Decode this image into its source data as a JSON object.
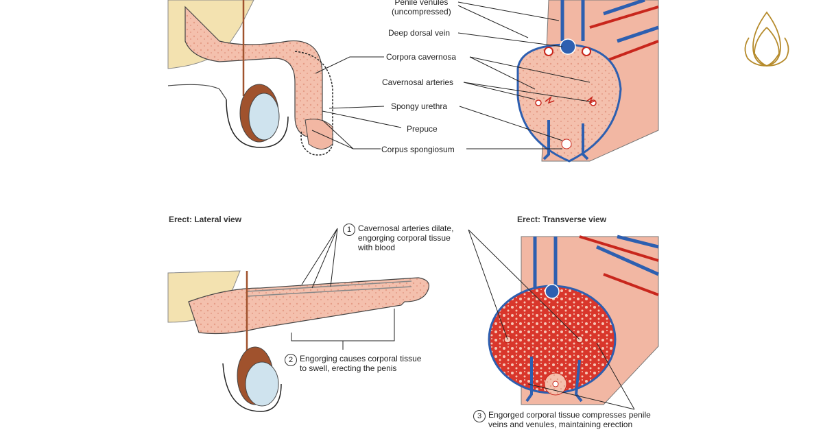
{
  "labels": {
    "penile_venules_l1": "Penile venules",
    "penile_venules_l2": "(uncompressed)",
    "deep_dorsal_vein": "Deep dorsal vein",
    "corpora_cavernosa": "Corpora cavernosa",
    "cavernosal_arteries": "Cavernosal arteries",
    "spongy_urethra": "Spongy urethra",
    "prepuce": "Prepuce",
    "corpus_spongiosum": "Corpus spongiosum"
  },
  "headers": {
    "erect_lateral": "Erect: Lateral view",
    "erect_transverse": "Erect: Transverse view"
  },
  "steps": [
    {
      "number": "1",
      "lines": [
        "Cavernosal arteries dilate,",
        "engorging corporal tissue",
        "with blood"
      ]
    },
    {
      "number": "2",
      "lines": [
        "Engorging causes corporal tissue",
        "to swell, erecting the penis"
      ]
    },
    {
      "number": "3",
      "lines": [
        "Engorged corporal tissue compresses penile",
        "veins and venules, maintaining erection"
      ]
    }
  ],
  "colors": {
    "tissue": "#f2b7a3",
    "tissue_dark": "#e89882",
    "engorged": "#d9362b",
    "vein": "#2d5fb0",
    "artery": "#c8261c",
    "testis": "#cfe3ee",
    "gold_logo": "#b58a2a"
  }
}
